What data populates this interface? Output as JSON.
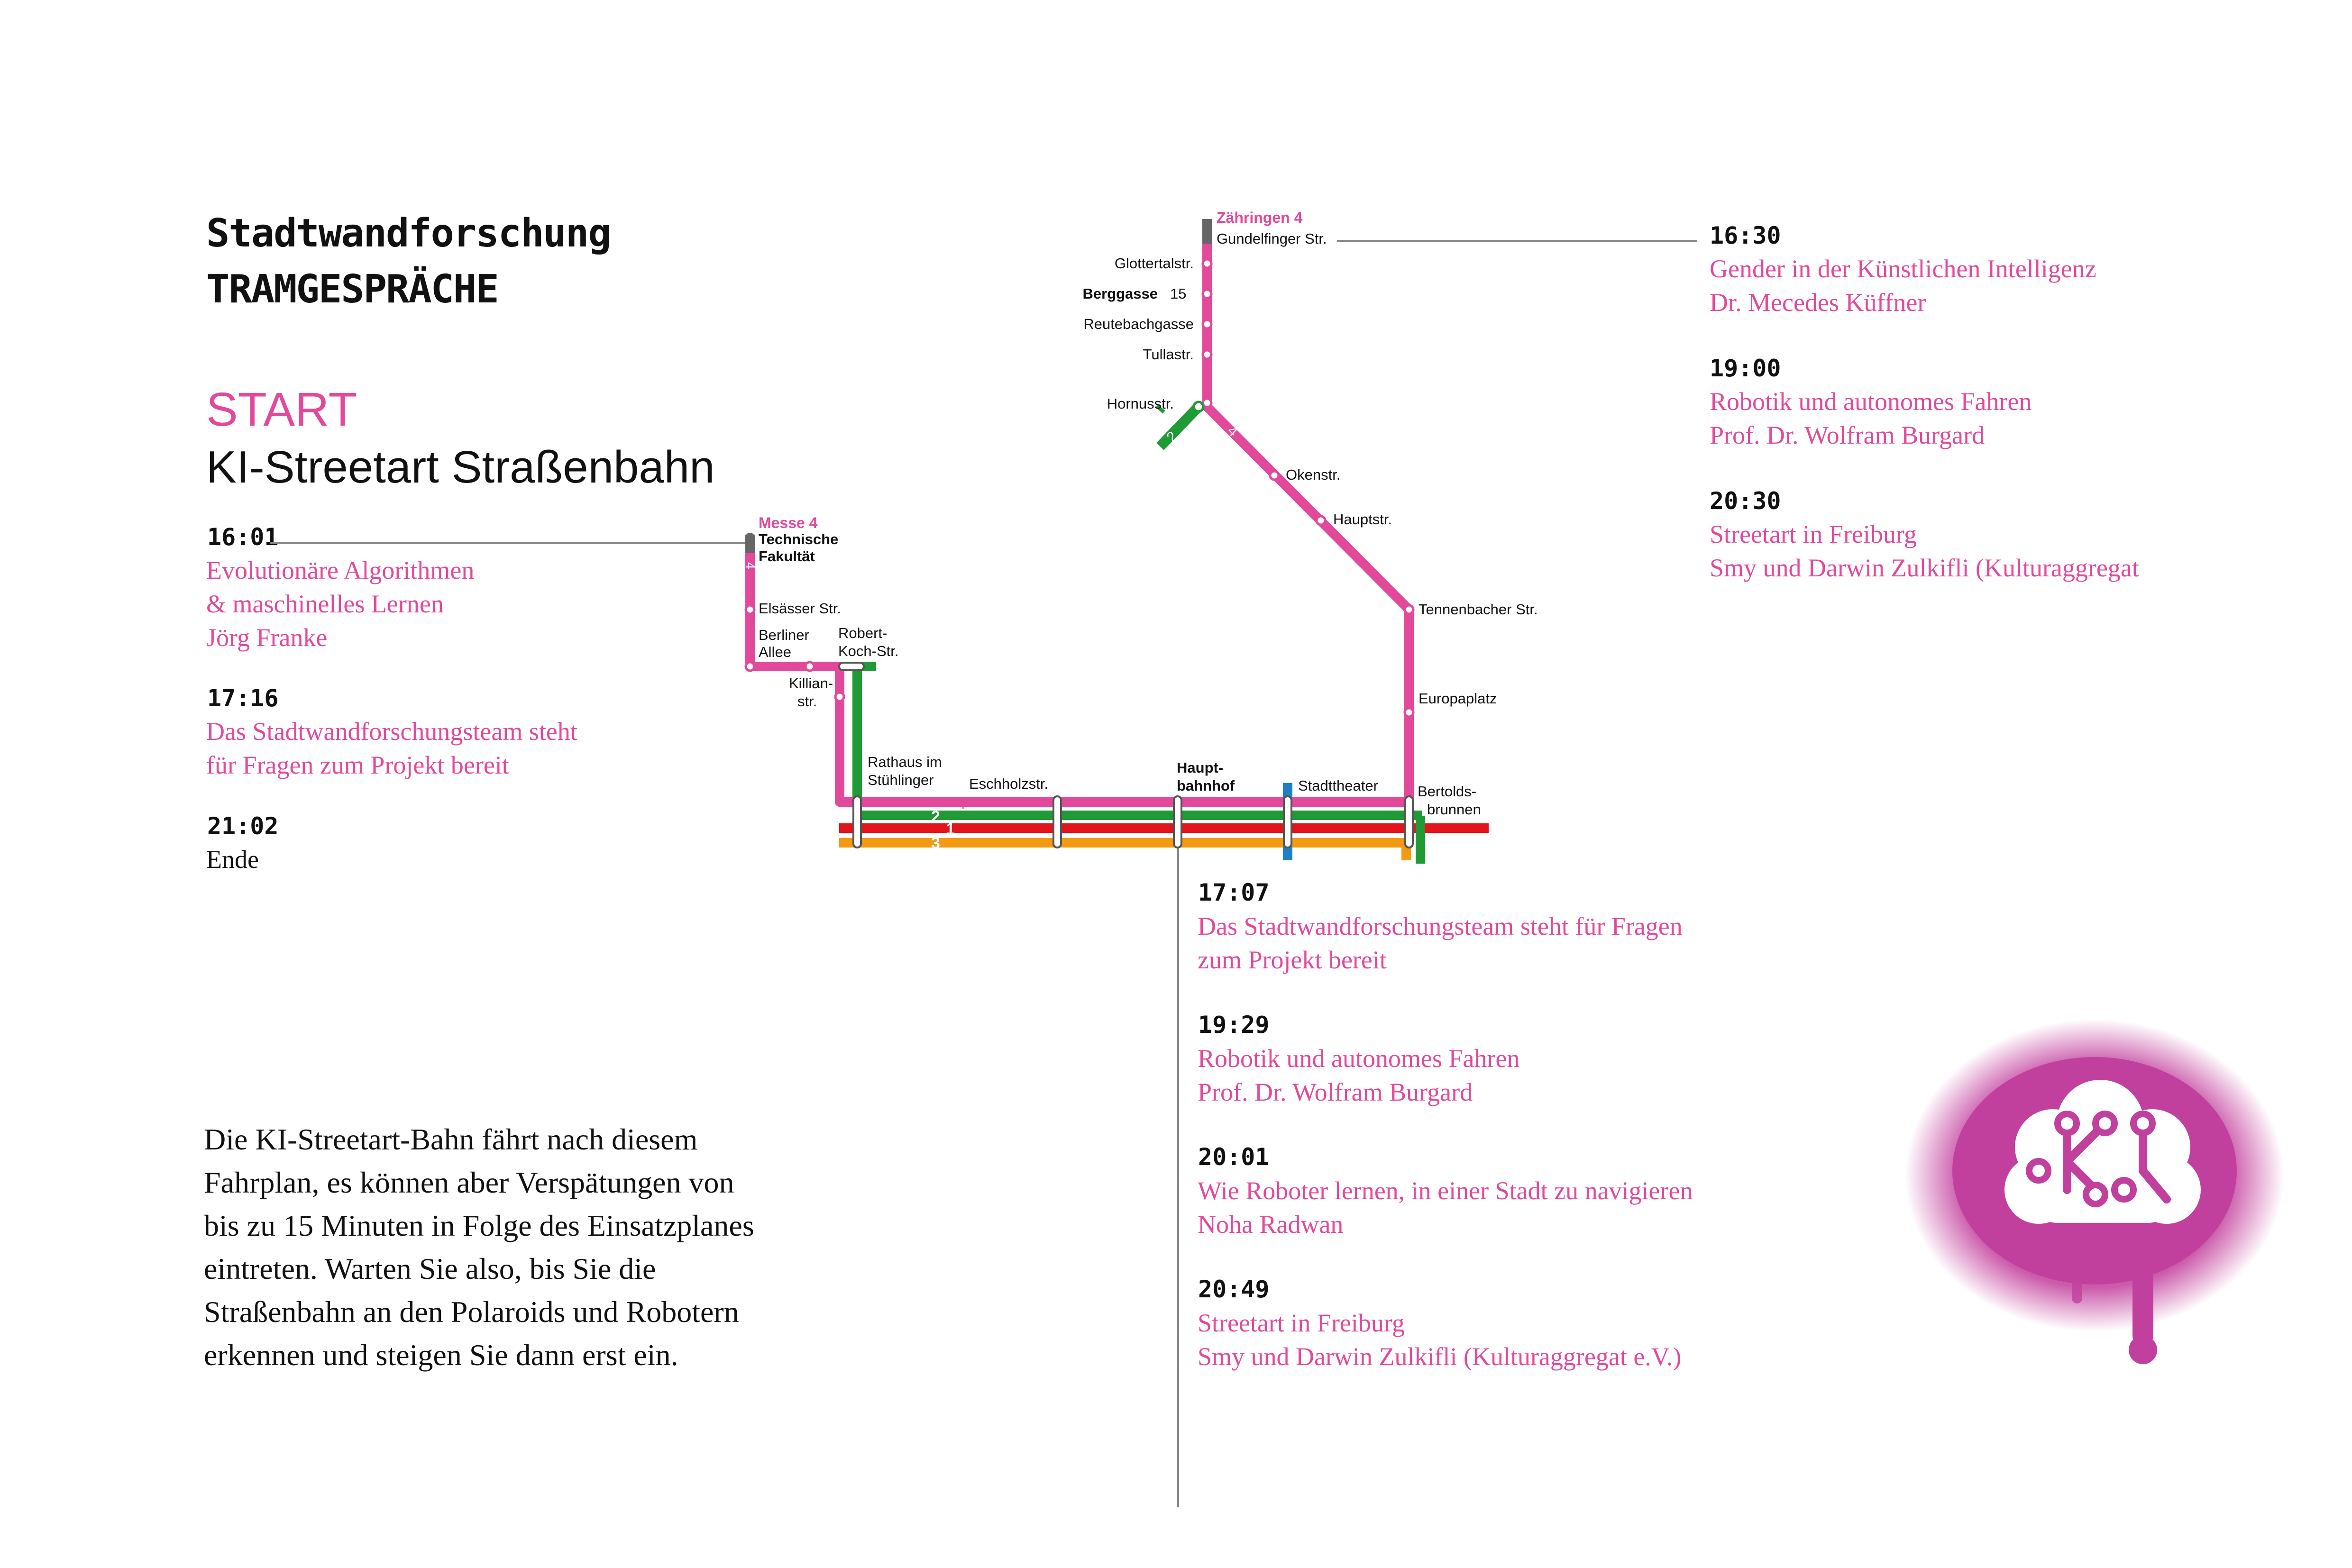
{
  "header": {
    "title_line1": "Stadtwandforschung",
    "title_line2": "TRAMGESPRÄCHE",
    "start_label": "START",
    "subtitle": "KI-Streetart Straßenbahn"
  },
  "left_schedule": [
    {
      "time": "16:01",
      "lines": [
        "Evolutionäre Algorithmen",
        "& maschinelles Lernen",
        "Jörg Franke"
      ]
    },
    {
      "time": "17:16",
      "lines": [
        "Das Stadtwandforschungsteam steht",
        "für Fragen zum Projekt bereit"
      ]
    },
    {
      "time": "21:02",
      "lines": [
        "Ende"
      ]
    }
  ],
  "right_schedule": [
    {
      "time": "16:30",
      "lines": [
        "Gender in der Künstlichen Intelligenz",
        "Dr. Mecedes Küffner"
      ]
    },
    {
      "time": "19:00",
      "lines": [
        "Robotik und autonomes Fahren",
        "Prof. Dr. Wolfram Burgard"
      ]
    },
    {
      "time": "20:30",
      "lines": [
        "Streetart in Freiburg",
        "Smy und Darwin Zulkifli (Kulturaggregat"
      ]
    }
  ],
  "bottom_schedule": [
    {
      "time": "17:07",
      "lines": [
        "Das Stadtwandforschungsteam steht für Fragen",
        "zum Projekt bereit"
      ]
    },
    {
      "time": "19:29",
      "lines": [
        "Robotik und autonomes Fahren",
        "Prof. Dr. Wolfram Burgard"
      ]
    },
    {
      "time": "20:01",
      "lines": [
        "Wie Roboter lernen, in einer Stadt zu navigieren",
        "Noha Radwan"
      ]
    },
    {
      "time": "20:49",
      "lines": [
        "Streetart in Freiburg",
        "Smy und Darwin Zulkifli (Kulturaggregat e.V.)"
      ]
    }
  ],
  "notice": {
    "lines": [
      "Die KI-Streetart-Bahn fährt nach diesem",
      "Fahrplan, es können aber Verspätungen von",
      "bis zu 15 Minuten in Folge des Einsatzplanes",
      "eintreten. Warten Sie also, bis Sie die",
      "Straßenbahn an den Polaroids und Robotern",
      "erkennen und steigen Sie dann erst ein."
    ]
  },
  "map": {
    "terminus_zaehringen": "Zähringen  4",
    "terminus_messe": "Messe  4",
    "stations": {
      "gundelfinger": "Gundelfinger Str.",
      "glottertal": "Glottertalstr.",
      "berggasse": "Berggasse",
      "berggasse_line": "15",
      "reutebach": "Reutebachgasse",
      "tulla": "Tullastr.",
      "hornuss": "Hornusstr.",
      "oken": "Okenstr.",
      "haupt": "Hauptstr.",
      "tennenbacher": "Tennenbacher Str.",
      "europaplatz": "Europaplatz",
      "bertolds_1": "Bertolds-",
      "bertolds_2": "brunnen",
      "stadttheater": "Stadttheater",
      "hbf_1": "Haupt-",
      "hbf_2": "bahnhof",
      "eschholz": "Eschholzstr.",
      "rathaus_1": "Rathaus im",
      "rathaus_2": "Stühlinger",
      "robertkoch_1": "Robert-",
      "robertkoch_2": "Koch-Str.",
      "killian_1": "Killian-",
      "killian_2": "str.",
      "berliner_1": "Berliner",
      "berliner_2": "Allee",
      "elsaesser": "Elsässer Str.",
      "techfak_1": "Technische",
      "techfak_2": "Fakultät"
    },
    "line_numbers": {
      "one": "1",
      "two": "2",
      "three": "3",
      "four": "4"
    },
    "line_colors": {
      "line1": "#e3141b",
      "line2": "#1f9a35",
      "line3": "#f39a12",
      "line4": "#e2499b",
      "accent_blue": "#1d7fc4",
      "terminus": "#666666"
    }
  },
  "logo": {
    "text": "KI",
    "color": "#c2409d",
    "icon": "ki-brain-spray-logo"
  }
}
